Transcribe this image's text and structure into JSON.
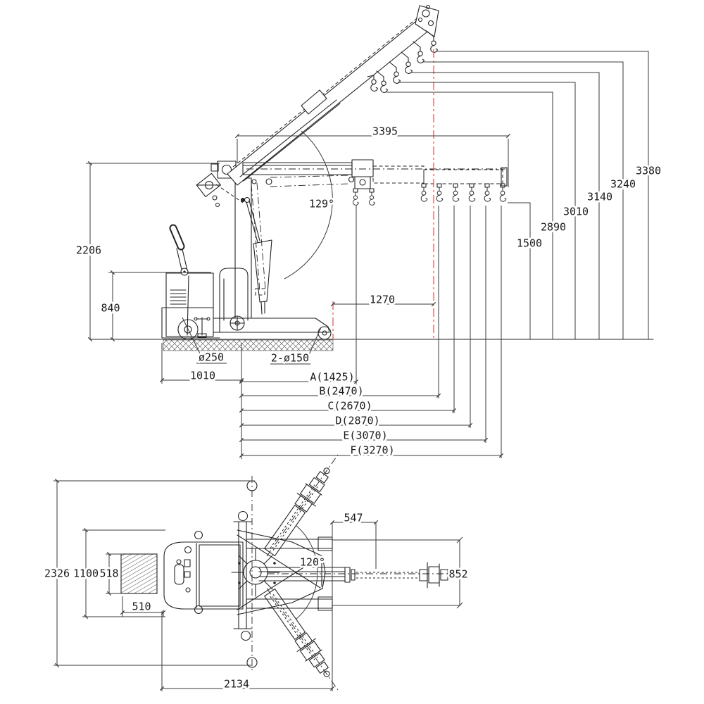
{
  "side_view": {
    "boom_reach": "3395",
    "boom_angle": "129°",
    "overall_height": "2206",
    "body_height": "840",
    "reach_1270": "1270",
    "hook_height_1500": "1500",
    "lift_heights": [
      "2890",
      "3010",
      "3140",
      "3240",
      "3380"
    ],
    "rear_wheel": "ø250",
    "front_rollers": "2-ø150",
    "wheel_to_mast": "1010",
    "load_positions": [
      "A(1425)",
      "B(2470)",
      "C(2670)",
      "D(2870)",
      "E(3070)",
      "F(3270)"
    ]
  },
  "plan_view": {
    "swing_envelope": "2326",
    "chassis_width": "1100",
    "battery_width": "518",
    "battery_length": "510",
    "leg_offset": "547",
    "slew_angle": "120°",
    "boom_side_clearance": "852",
    "overall_length": "2134"
  },
  "colors": {
    "line": "#232323",
    "dimension": "#3a3a3a",
    "centerline_red": "#d9534a"
  }
}
